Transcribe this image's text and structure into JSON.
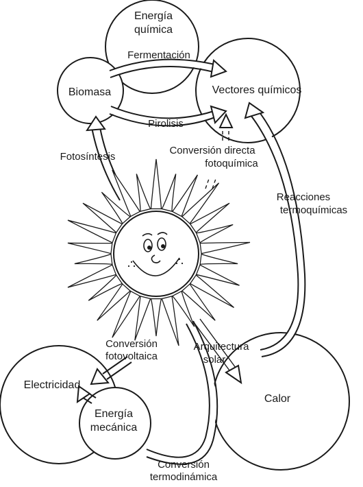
{
  "nodes": {
    "energia_quimica": [
      "Energía",
      "química"
    ],
    "biomasa": "Biomasa",
    "vectores_quimicos": "Vectores químicos",
    "electricidad": "Electricidad",
    "energia_mecanica": [
      "Energía",
      "mecánica"
    ],
    "calor": "Calor"
  },
  "processes": {
    "fermentacion": "Fermentación",
    "pirolisis": "Pirolisis",
    "fotosintesis": "Fotosíntesis",
    "conversion_directa_fotoquimica": [
      "Conversión directa",
      "fotoquímica"
    ],
    "reacciones_termoquimicas": [
      "Reacciones",
      "termoquímicas"
    ],
    "conversion_fotovoltaica": [
      "Conversión",
      "fotovoltaica"
    ],
    "arquitectura_solar": [
      "Arquitectura",
      "solar"
    ],
    "conversion_termodinamica": [
      "Conversión",
      "termodinámica"
    ]
  },
  "icons": {
    "center": "smiling-sun-icon"
  }
}
